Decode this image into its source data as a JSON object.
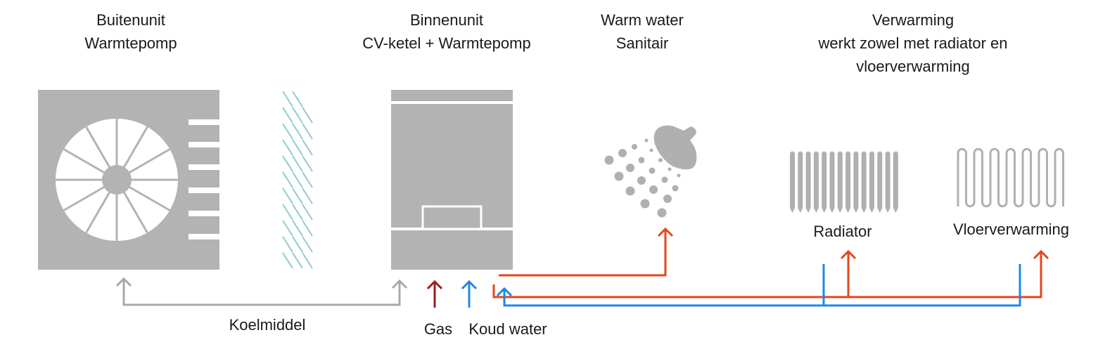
{
  "headings": {
    "outdoor_unit": {
      "line1": "Buitenunit",
      "line2": "Warmtepomp"
    },
    "indoor_unit": {
      "line1": "Binnenunit",
      "line2": "CV-ketel + Warmtepomp"
    },
    "hot_water": {
      "line1": "Warm water",
      "line2": "Sanitair"
    },
    "heating": {
      "line1": "Verwarming",
      "line2": "werkt zowel met radiator en",
      "line3": "vloerverwarming"
    }
  },
  "components": {
    "radiator": "Radiator",
    "floor_heating": "Vloerverwarming"
  },
  "flows": {
    "refrigerant": "Koelmiddel",
    "gas": "Gas",
    "cold_water": "Koud water"
  },
  "colors": {
    "unit_gray": "#b3b3b3",
    "refrigerant_line": "#a8a8a8",
    "gas_red": "#a01a1a",
    "cold_blue": "#1e88e5",
    "hot_orange": "#e0481c",
    "wall_hatch": "#8fcbcf"
  }
}
